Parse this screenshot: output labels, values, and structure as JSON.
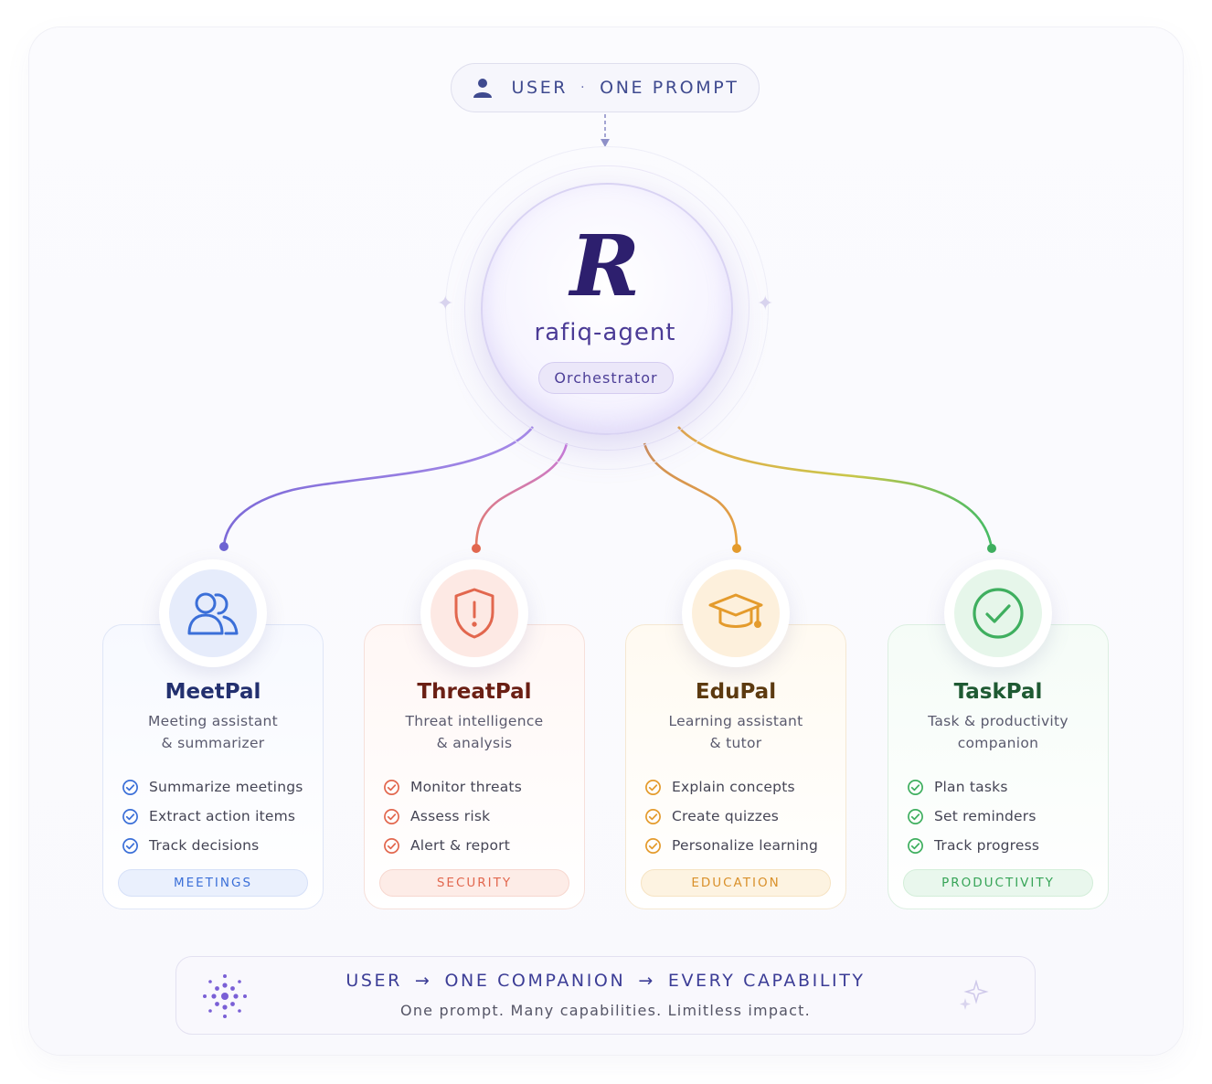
{
  "user_pill": {
    "user": "USER",
    "separator": "·",
    "prompt": "ONE PROMPT"
  },
  "orchestrator": {
    "logo_letter": "R",
    "name": "rafiq-agent",
    "role": "Orchestrator"
  },
  "agents": [
    {
      "name": "MeetPal",
      "desc_line1": "Meeting assistant",
      "desc_line2": "& summarizer",
      "capabilities": [
        "Summarize meetings",
        "Extract action items",
        "Track decisions"
      ],
      "tag": "MEETINGS",
      "icon": "users-icon",
      "color": "#3b6fd8"
    },
    {
      "name": "ThreatPal",
      "desc_line1": "Threat intelligence",
      "desc_line2": "& analysis",
      "capabilities": [
        "Monitor threats",
        "Assess risk",
        "Alert & report"
      ],
      "tag": "SECURITY",
      "icon": "shield-alert-icon",
      "color": "#e2674e"
    },
    {
      "name": "EduPal",
      "desc_line1": "Learning assistant",
      "desc_line2": "& tutor",
      "capabilities": [
        "Explain concepts",
        "Create quizzes",
        "Personalize learning"
      ],
      "tag": "EDUCATION",
      "icon": "graduation-cap-icon",
      "color": "#e49b2c"
    },
    {
      "name": "TaskPal",
      "desc_line1": "Task & productivity",
      "desc_line2": "companion",
      "capabilities": [
        "Plan tasks",
        "Set reminders",
        "Track progress"
      ],
      "tag": "PRODUCTIVITY",
      "icon": "check-circle-icon",
      "color": "#3faf5f"
    }
  ],
  "banner": {
    "part1": "USER",
    "arrow": "→",
    "part2": "ONE COMPANION",
    "part3": "EVERY CAPABILITY",
    "subtitle": "One prompt. Many capabilities. Limitless impact."
  },
  "colors": {
    "primary": "#4b3b96",
    "meetpal": "#3b6fd8",
    "threatpal": "#e2674e",
    "edupal": "#e49b2c",
    "taskpal": "#3faf5f"
  }
}
